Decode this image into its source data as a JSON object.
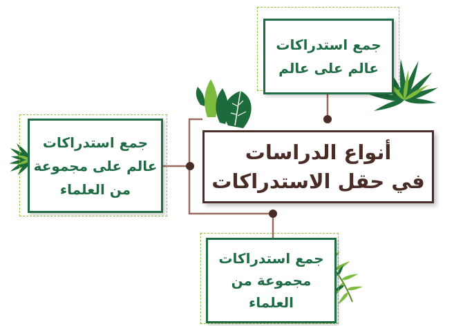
{
  "colors": {
    "primary_green": "#1f6b44",
    "main_brown": "#4a2c26",
    "connector": "#9a6a5e",
    "dot": "#4a2c26",
    "dashed_frame": "#8fc43d",
    "leaf_dark": "#1d6b3b",
    "leaf_light": "#7dbb3f"
  },
  "icons": [
    "palm-leaf-icon",
    "monstera-leaf-icon",
    "fern-leaf-icon"
  ],
  "diagram": {
    "main": {
      "line1": "أنواع الدراسات",
      "line2": "في حقل الاستدراكات"
    },
    "top": {
      "line1": "جمع استدراكات",
      "line2": "عالم على عالم"
    },
    "left": {
      "line1": "جمع استدراكات",
      "line2": "عالم على مجموعة",
      "line3": "من العلماء"
    },
    "bottom": {
      "line1": "جمع استدراكات",
      "line2": "مجموعة من",
      "line3": "العلماء"
    }
  }
}
